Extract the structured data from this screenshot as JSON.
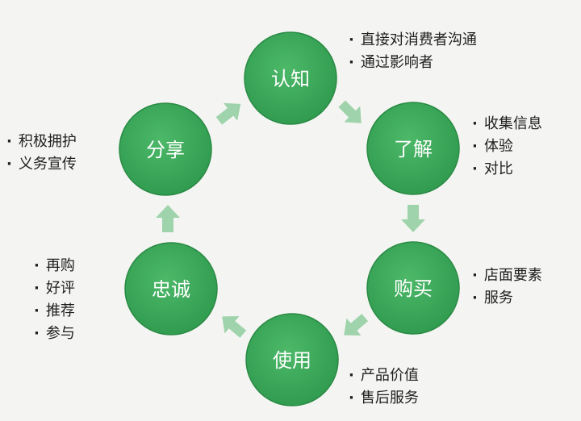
{
  "colors": {
    "node_fill": "#36a055",
    "node_edge": "#2a8a45",
    "arrow_fill": "#9fd3ab",
    "text": "#1e1e1e"
  },
  "nodes": [
    {
      "id": "awareness",
      "label": "认知",
      "bullets": [
        "直接对消费者沟通",
        "通过影响者"
      ]
    },
    {
      "id": "understand",
      "label": "了解",
      "bullets": [
        "收集信息",
        "体验",
        "对比"
      ]
    },
    {
      "id": "purchase",
      "label": "购买",
      "bullets": [
        "店面要素",
        "服务"
      ]
    },
    {
      "id": "use",
      "label": "使用",
      "bullets": [
        "产品价值",
        "售后服务"
      ]
    },
    {
      "id": "loyalty",
      "label": "忠诚",
      "bullets": [
        "再购",
        "好评",
        "推荐",
        "参与"
      ]
    },
    {
      "id": "share",
      "label": "分享",
      "bullets": [
        "积极拥护",
        "义务宣传"
      ]
    }
  ]
}
